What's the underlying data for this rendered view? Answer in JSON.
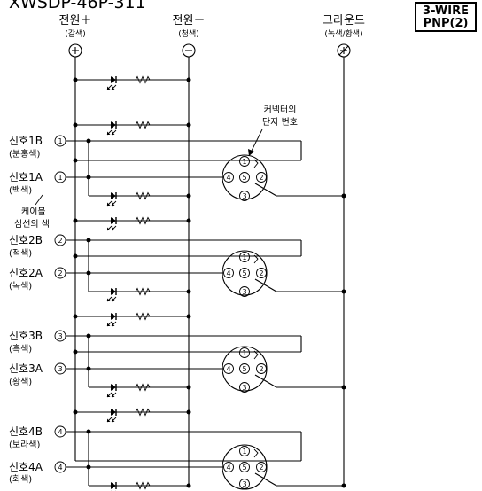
{
  "model_title": "XWSDP-46P-311",
  "badge": {
    "line1": "3-WIRE",
    "line2": "PNP(2)"
  },
  "power_plus": {
    "label": "전원＋",
    "color": "(갈색)"
  },
  "power_minus": {
    "label": "전원－",
    "color": "(청색)"
  },
  "ground": {
    "label": "그라운드",
    "color": "(녹색/황색)"
  },
  "connector_note": {
    "line1": "커넥터의",
    "line2": "단자 번호"
  },
  "cable_note": {
    "line1": "케이블",
    "line2": "심선의 색"
  },
  "signals": [
    {
      "name": "신호1B",
      "pin": "1",
      "color": "(분홍색)"
    },
    {
      "name": "신호1A",
      "pin": "1",
      "color": "(백색)"
    },
    {
      "name": "신호2B",
      "pin": "2",
      "color": "(적색)"
    },
    {
      "name": "신호2A",
      "pin": "2",
      "color": "(녹색)"
    },
    {
      "name": "신호3B",
      "pin": "3",
      "color": "(흑색)"
    },
    {
      "name": "신호3A",
      "pin": "3",
      "color": "(황색)"
    },
    {
      "name": "신호4B",
      "pin": "4",
      "color": "(보라색)"
    },
    {
      "name": "신호4A",
      "pin": "4",
      "color": "(회색)"
    }
  ],
  "connector_pins": [
    "1",
    "2",
    "3",
    "4",
    "5"
  ]
}
